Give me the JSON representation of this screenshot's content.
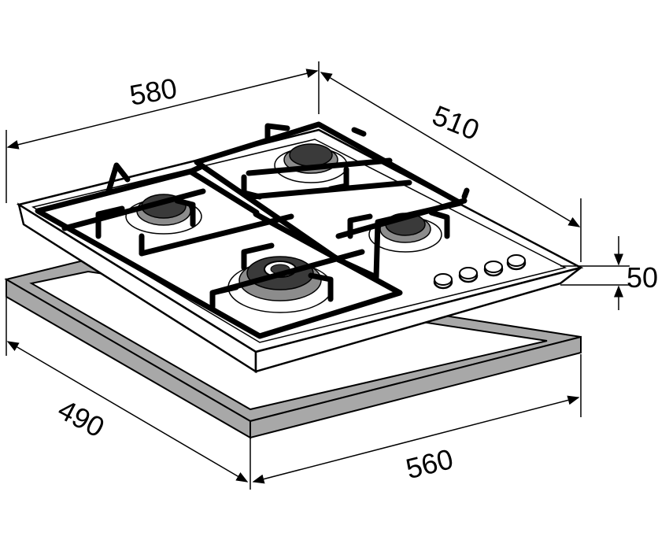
{
  "dimensions": {
    "width_top": "580",
    "depth_top": "510",
    "height": "50",
    "cutout_depth": "490",
    "cutout_width": "560"
  },
  "colors": {
    "line": "#000000",
    "hob_surface": "#ffffff",
    "frame_fill": "#a8a8a8",
    "burner_cap": "#3a3a3a",
    "burner_ring": "#8c8c8c"
  },
  "icons": {
    "burner": "burner-icon",
    "knob": "control-knob-icon"
  }
}
